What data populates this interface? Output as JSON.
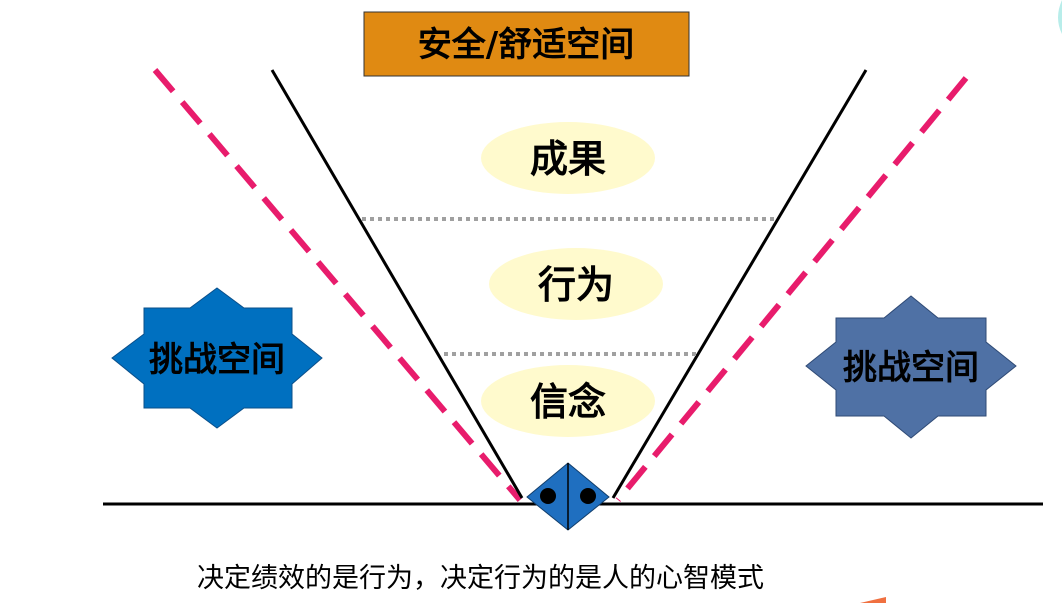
{
  "title": "安全/舒适空间",
  "layers": {
    "top": "成果",
    "middle": "行为",
    "bottom": "信念"
  },
  "challenge_left": "挑战空间",
  "challenge_right": "挑战空间",
  "caption": "决定绩效的是行为，决定行为的是人的心智模式",
  "colors": {
    "title_box": "#E08A12",
    "ellipse": "#FFFACD",
    "dashed_line": "#E81C6C",
    "star_left": "#0070C0",
    "star_right": "#4F71A5",
    "diamond": "#1F6FC0",
    "dotted_line": "#A0A0A0"
  }
}
